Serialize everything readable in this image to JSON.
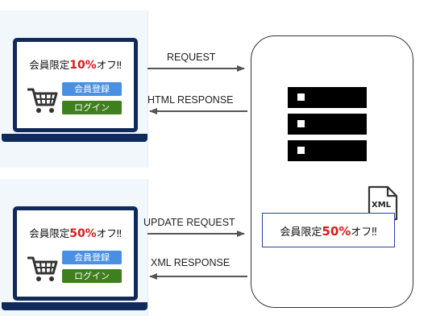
{
  "top_client": {
    "promo_prefix": "会員限定",
    "promo_highlight": "10%",
    "promo_suffix": "オフ‼",
    "register_label": "会員登録",
    "login_label": "ログイン"
  },
  "bottom_client": {
    "promo_prefix": "会員限定",
    "promo_highlight": "50%",
    "promo_suffix": "オフ‼",
    "register_label": "会員登録",
    "login_label": "ログイン"
  },
  "arrows": {
    "request": "REQUEST",
    "html_response": "HTML RESPONSE",
    "update_request": "UPDATE REQUEST",
    "xml_response": "XML RESPONSE"
  },
  "server": {
    "xml_icon_label": "XML",
    "xml_promo_prefix": "会員限定",
    "xml_promo_highlight": "50%",
    "xml_promo_suffix": "オフ‼"
  },
  "colors": {
    "laptop_frame": "#102a5c",
    "highlight": "#e0191b",
    "button_blue": "#4a90e2",
    "button_green": "#3f7f1e",
    "xml_card_border": "#2b3fa8"
  }
}
